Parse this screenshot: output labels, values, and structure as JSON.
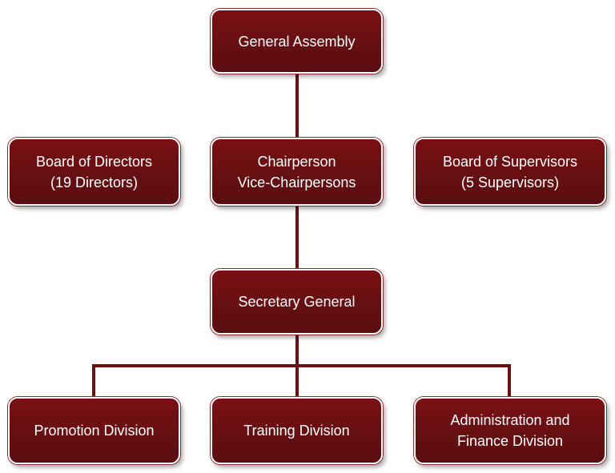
{
  "diagram": {
    "colors": {
      "box_fill": "#6b1013",
      "box_border": "#ffffff",
      "connector": "#6b1013",
      "text": "#ffffff"
    },
    "nodes": {
      "general_assembly": {
        "line1": "General Assembly"
      },
      "board_of_directors": {
        "line1": "Board of Directors",
        "line2": "(19 Directors)"
      },
      "chairperson": {
        "line1": "Chairperson",
        "line2": "Vice-Chairpersons"
      },
      "board_of_supervisors": {
        "line1": "Board of Supervisors",
        "line2": "(5 Supervisors)"
      },
      "secretary_general": {
        "line1": "Secretary General"
      },
      "promotion_division": {
        "line1": "Promotion Division"
      },
      "training_division": {
        "line1": "Training Division"
      },
      "administration_finance": {
        "line1": "Administration and",
        "line2": "Finance Division"
      }
    }
  }
}
